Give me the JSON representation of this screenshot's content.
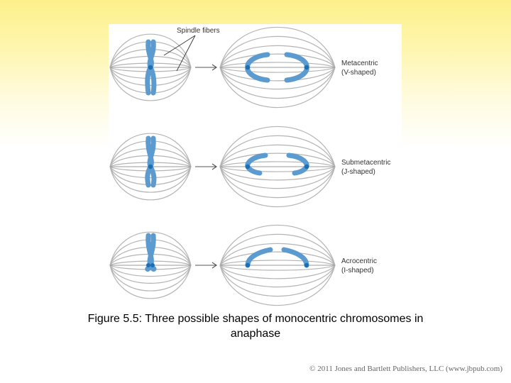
{
  "diagram": {
    "spindle_label": "Spindle fibers",
    "rows": [
      {
        "type": "metacentric",
        "name": "Metacentric",
        "shape": "(V-shaped)"
      },
      {
        "type": "submetacentric",
        "name": "Submetacentric",
        "shape": "(J-shaped)"
      },
      {
        "type": "acrocentric",
        "name": "Acrocentric",
        "shape": "(I-shaped)"
      }
    ],
    "colors": {
      "chromosome": "#5b9bd0",
      "centromere": "#1b6fb4",
      "fiber": "#b4b4b4"
    }
  },
  "caption": {
    "line1": "Figure 5.5: Three possible shapes of monocentric chromosomes in",
    "line2": "anaphase"
  },
  "copyright": "© 2011 Jones and Bartlett Publishers, LLC (www.jbpub.com)"
}
